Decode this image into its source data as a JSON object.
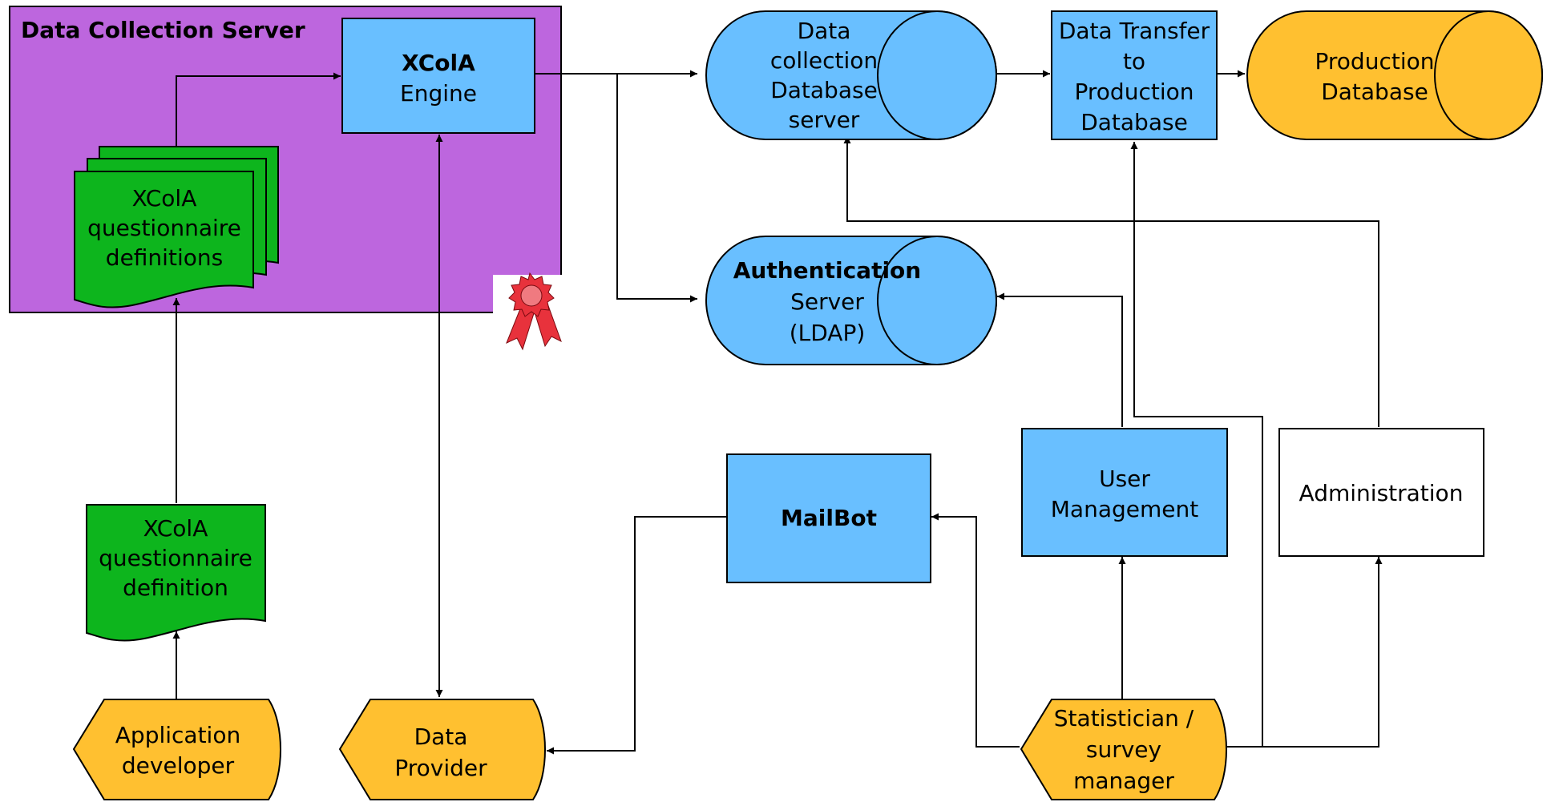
{
  "colors": {
    "server_bg": "#bd66de",
    "component": "#69bfff",
    "document": "#0db51d",
    "actor": "#ffc030",
    "admin": "#ffffff",
    "ribbon": "#e8323c"
  },
  "server_title": "Data Collection Server",
  "engine": {
    "title": "XColA",
    "sub": "Engine"
  },
  "definitions_stack": [
    "XColA",
    "questionnaire",
    "definitions"
  ],
  "definition_single": [
    "XColA",
    "questionnaire",
    "definition"
  ],
  "dc_db": [
    "Data",
    "collection",
    "Database",
    "server"
  ],
  "transfer": [
    "Data Transfer",
    "to",
    "Production",
    "Database"
  ],
  "prod_db": [
    "Production",
    "Database"
  ],
  "auth": {
    "title": "Authentication",
    "lines": [
      "Server",
      "(LDAP)"
    ]
  },
  "mailbot": "MailBot",
  "user_mgmt": [
    "User",
    "Management"
  ],
  "admin": "Administration",
  "actors": {
    "app_dev": [
      "Application",
      "developer"
    ],
    "provider": [
      "Data",
      "Provider"
    ],
    "statistician": [
      "Statistician /",
      "survey",
      "manager"
    ]
  },
  "icons": {
    "certificate": "award-ribbon-icon"
  }
}
